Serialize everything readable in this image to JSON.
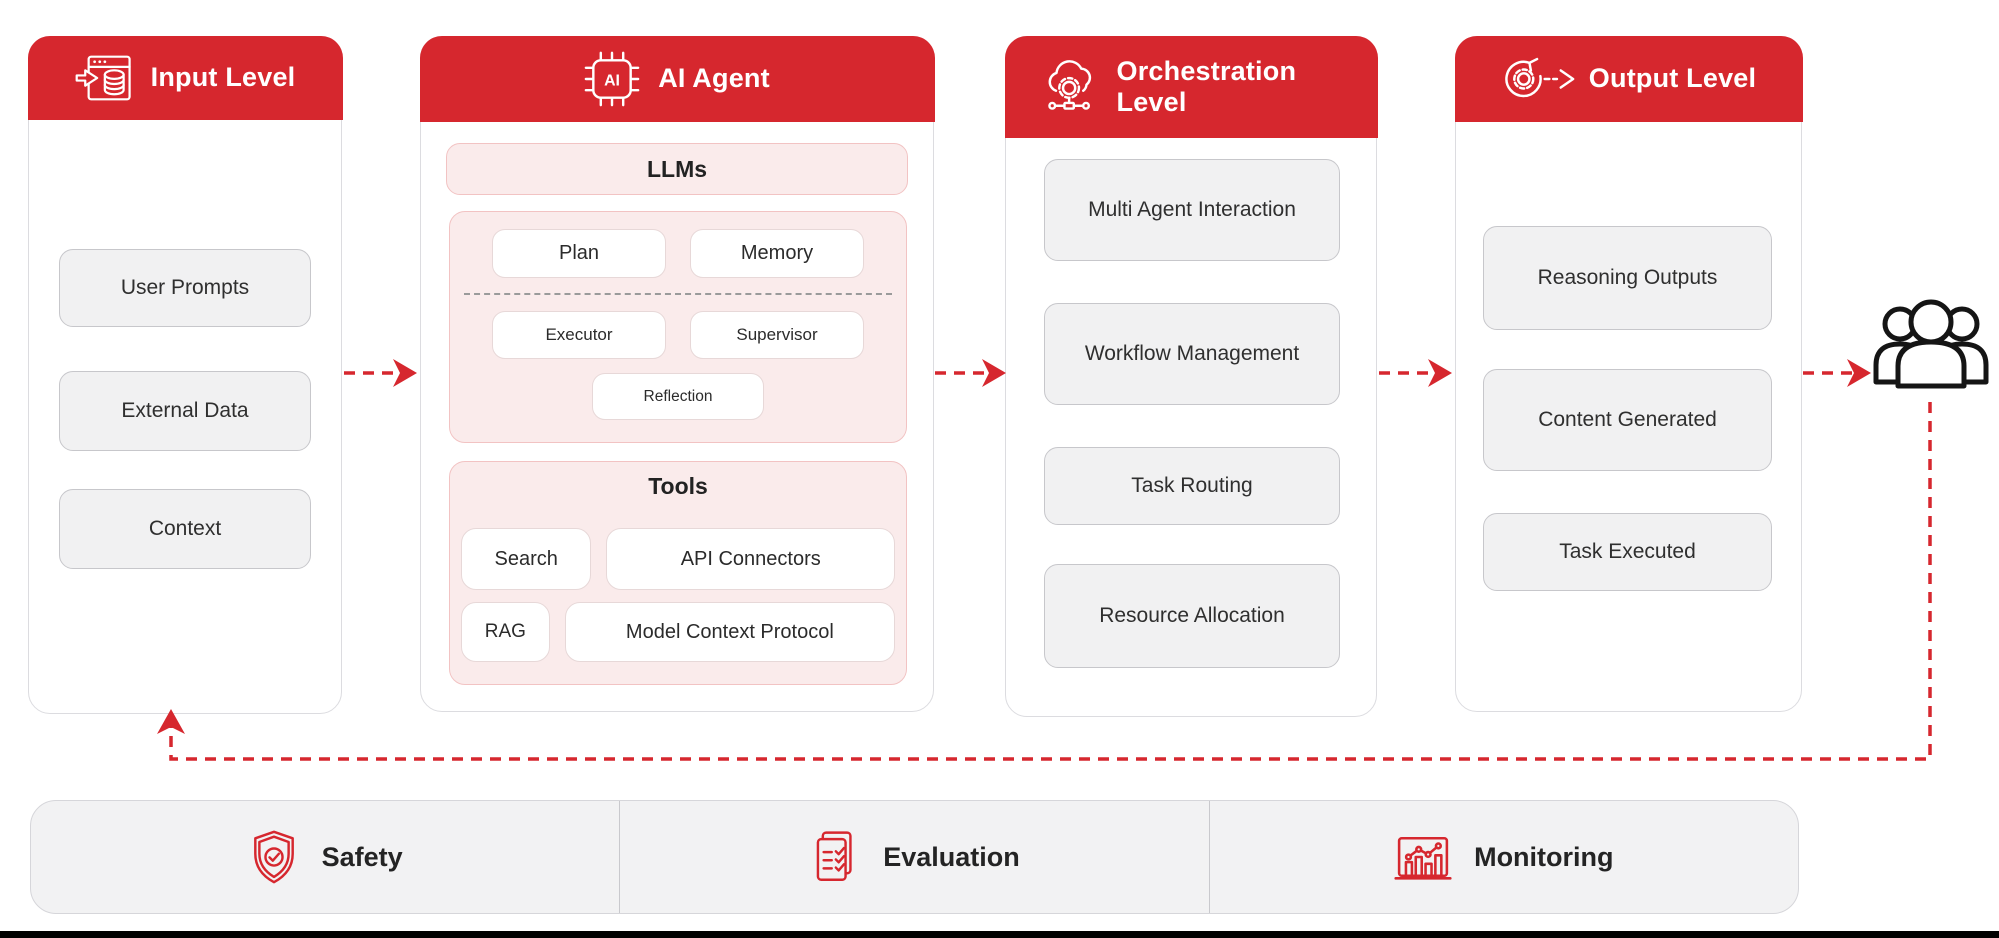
{
  "colors": {
    "accent_red": "#d6272e",
    "pink_fill": "#faebeb",
    "pink_border": "#f2c3c3",
    "gray_box_fill": "#f1f1f2",
    "gray_box_border": "#c7c7cb",
    "panel_border": "#dcdce0",
    "text_dark": "#2a2a2a",
    "arrow_red": "#d6272e"
  },
  "columns": {
    "input": {
      "title": "Input Level",
      "icon": "browser-data-icon",
      "items": [
        "User Prompts",
        "External Data",
        "Context"
      ]
    },
    "agent": {
      "title": "AI Agent",
      "icon": "ai-chip-icon",
      "chip_label": "AI",
      "llms_label": "LLMs",
      "core": {
        "row1": [
          "Plan",
          "Memory"
        ],
        "row2": [
          "Executor",
          "Supervisor"
        ],
        "row3": [
          "Reflection"
        ]
      },
      "tools": {
        "label": "Tools",
        "row1": [
          "Search",
          "API Connectors"
        ],
        "row2": [
          "RAG",
          "Model Context Protocol"
        ]
      }
    },
    "orchestration": {
      "title": "Orchestration Level",
      "icon": "cloud-gear-icon",
      "items": [
        "Multi Agent Interaction",
        "Workflow Management",
        "Task Routing",
        "Resource Allocation"
      ]
    },
    "output": {
      "title": "Output Level",
      "icon": "gear-arrow-icon",
      "items": [
        "Reasoning Outputs",
        "Content Generated",
        "Task Executed"
      ]
    }
  },
  "endpoint": {
    "icon": "users-icon"
  },
  "footer": {
    "items": [
      {
        "icon": "shield-check-icon",
        "label": "Safety"
      },
      {
        "icon": "checklist-icon",
        "label": "Evaluation"
      },
      {
        "icon": "chart-monitor-icon",
        "label": "Monitoring"
      }
    ]
  }
}
